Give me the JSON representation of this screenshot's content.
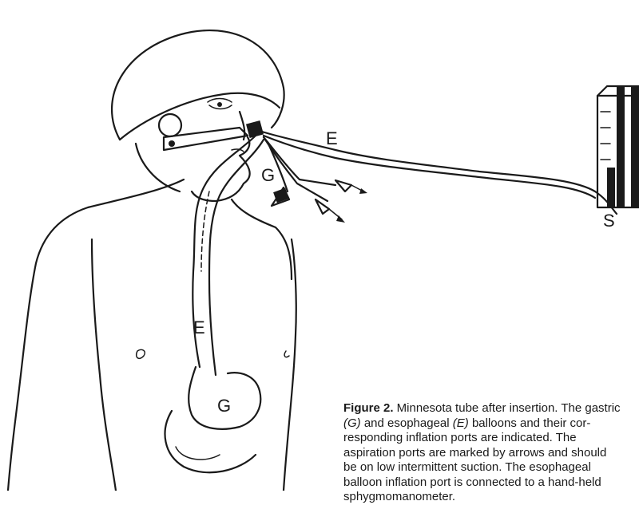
{
  "labels": {
    "esophageal_balloon_upper": "E",
    "gastric_balloon_port": "G",
    "sphygmomanometer": "S",
    "esophageal_balloon_lower": "E",
    "gastric_balloon_lower": "G"
  },
  "caption": {
    "lead": "Figure 2.",
    "line1_text": " Minnesota tube after insertion. The gastric",
    "line2_g": "(G)",
    "line2_mid": " and esophageal ",
    "line2_e": "(E)",
    "line2_tail": " balloons and their cor-",
    "line3": "responding inflation ports are indicated. The",
    "line4": "aspiration ports are marked by arrows and should",
    "line5": "be on low intermittent suction. The esophageal",
    "line6": "balloon inflation port is connected to a hand-held",
    "line7": "sphygmomanometer."
  }
}
